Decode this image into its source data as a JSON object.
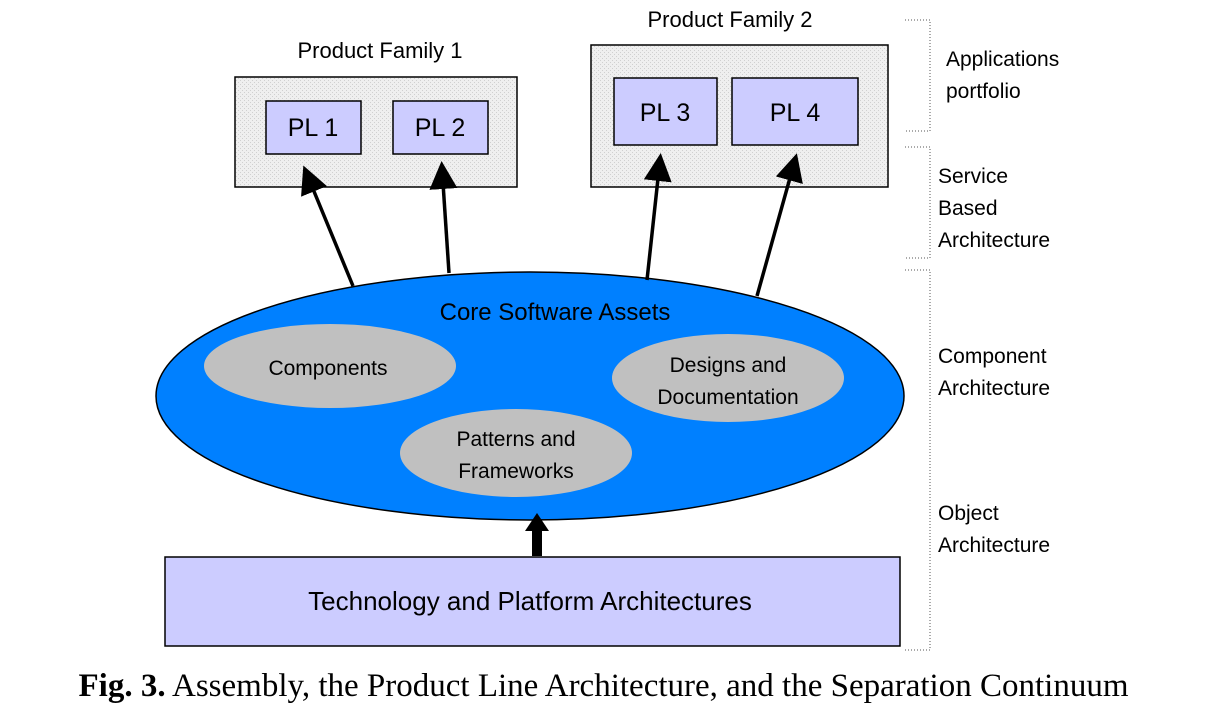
{
  "product_families": [
    {
      "title": "Product Family 1",
      "lines": [
        "PL 1",
        "PL 2"
      ]
    },
    {
      "title": "Product Family 2",
      "lines": [
        "PL 3",
        "PL 4"
      ]
    }
  ],
  "core": {
    "title": "Core Software Assets",
    "assets": [
      {
        "lines": [
          "Components"
        ]
      },
      {
        "lines": [
          "Designs and",
          "Documentation"
        ]
      },
      {
        "lines": [
          "Patterns and",
          "Frameworks"
        ]
      }
    ]
  },
  "base": {
    "label": "Technology and Platform Architectures"
  },
  "levels": [
    {
      "lines": [
        "Applications",
        "portfolio"
      ]
    },
    {
      "lines": [
        "Service",
        "Based",
        "Architecture"
      ]
    },
    {
      "lines": [
        "Component",
        "Architecture"
      ]
    },
    {
      "lines": [
        "Object",
        "Architecture"
      ]
    }
  ],
  "caption": {
    "label": "Fig. 3.",
    "text": " Assembly, the Product Line Architecture, and the Separation Continuum"
  },
  "colors": {
    "family_fill": "#ececec",
    "pl_fill": "#ccccff",
    "ellipse_fill": "#0080ff",
    "asset_fill": "#c0c0c0",
    "base_fill": "#ccccff",
    "text": "#000000"
  }
}
